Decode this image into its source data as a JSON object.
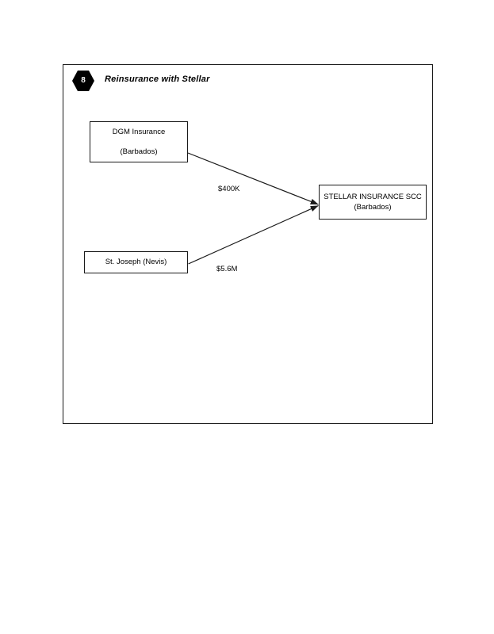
{
  "page": {
    "background": "#ffffff",
    "ink": "#000000"
  },
  "slide": {
    "badge": {
      "number": "8",
      "shape": "hexagon",
      "fill": "#000000",
      "text_color": "#ffffff"
    },
    "title": "Reinsurance with Stellar",
    "frame_border_color": "#1a1a1a"
  },
  "diagram": {
    "type": "flow",
    "nodes": [
      {
        "id": "dgm",
        "name": "DGM Insurance",
        "jurisdiction": "(Barbados)"
      },
      {
        "id": "stjoseph",
        "name": "St. Joseph (Nevis)",
        "jurisdiction": ""
      },
      {
        "id": "stellar",
        "name": "STELLAR INSURANCE SCC",
        "jurisdiction": "(Barbados)"
      }
    ],
    "edges": [
      {
        "id": "dgm-to-stellar",
        "from": "dgm",
        "to": "stellar",
        "label": "$400K",
        "arrowhead": "to"
      },
      {
        "id": "stjoseph-to-stellar",
        "from": "stjoseph",
        "to": "stellar",
        "label": "$5.6M",
        "arrowhead": "to"
      }
    ]
  }
}
